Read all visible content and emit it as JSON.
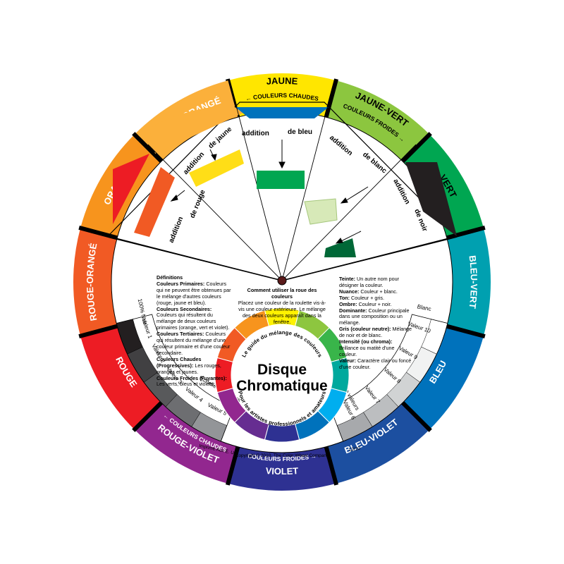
{
  "segments": [
    {
      "label": "JAUNE",
      "sub": "COULEURS CHAUDES",
      "sub_arrow": "left",
      "color": "#ffe600",
      "dark": true
    },
    {
      "label": "JAUNE-VERT",
      "sub": "COULEURS FROIDES",
      "sub_arrow": "right",
      "color": "#8cc63f",
      "dark": true
    },
    {
      "label": "VERT",
      "sub": "",
      "color": "#00a651",
      "dark": true
    },
    {
      "label": "BLEU-VERT",
      "sub": "",
      "color": "#00a0b0",
      "dark": false
    },
    {
      "label": "BLEU",
      "sub": "",
      "color": "#0072bc",
      "dark": false
    },
    {
      "label": "BLEU-VIOLET",
      "sub": "",
      "color": "#1c4fa0",
      "dark": false
    },
    {
      "label": "VIOLET",
      "sub": "COULEURS FROIDES",
      "sub_arrow": "right",
      "color": "#2e3192",
      "dark": false
    },
    {
      "label": "ROUGE-VIOLET",
      "sub": "COULEURS CHAUDES",
      "sub_arrow": "left",
      "color": "#92278f",
      "dark": false
    },
    {
      "label": "ROUGE",
      "sub": "",
      "color": "#ed1c24",
      "dark": false
    },
    {
      "label": "ROUGE-ORANGÉ",
      "sub": "",
      "color": "#f15a24",
      "dark": false
    },
    {
      "label": "ORANGÉ",
      "sub": "",
      "color": "#f7941d",
      "dark": false
    },
    {
      "label": "JAUNE-ORANGÉ",
      "sub": "",
      "color": "#fbb03b",
      "dark": false
    }
  ],
  "instructions": {
    "addition_rouge": "addition",
    "de_rouge": "de rouge",
    "addition_jaune": "addition",
    "de_jaune": "de jaune",
    "addition_bleu": "addition",
    "de_bleu": "de bleu",
    "addition_blanc": "addition",
    "de_blanc": "de blanc",
    "addition_noir": "addition",
    "de_noir": "de noir"
  },
  "value_scale": {
    "left": [
      "100% Noir",
      "Valeur 1",
      "Valeur 2",
      "Valeur 3",
      "Valeur 4",
      "Échelle de valeurs",
      "Valeur 5"
    ],
    "right": [
      "Blanc",
      "Valeur 10",
      "Valeur 9",
      "Valeur 8",
      "Valeur 7",
      "Échelle de valeurs",
      "Valeur 6"
    ]
  },
  "definitions": {
    "heading": "Définitions",
    "primary_term": "Couleurs Primaires:",
    "primary_text": "Couleurs qui ne peuvent être obtenues par le mélange d'autres couleurs (rouge, jaune et bleu).",
    "secondary_term": "Couleurs Secondaires:",
    "secondary_text": "Couleurs qui résultent du mélange de deux couleurs primaires (orange, vert et violet).",
    "tertiary_term": "Couleurs Tertiaires:",
    "tertiary_text": "Couleurs qui résultent du mélange d'une couleur primaire et d'une couleur secondaire.",
    "warm_term": "Couleurs Chaudes (Progressives):",
    "warm_text": "Les rouges, orangés et jaunes.",
    "cool_term": "Couleurs Froides (Fuyantes):",
    "cool_text": "Les verts, bleus et violets."
  },
  "howto": {
    "title": "Comment utiliser la roue des couleurs",
    "text": "Placez une couleur de la roulette vis-à-vis une couleur extérieure. Le mélange des deux couleurs apparaît dans la fenêtre."
  },
  "glossary": [
    {
      "term": "Teinte:",
      "text": "Un autre nom pour désigner la couleur."
    },
    {
      "term": "Nuance:",
      "text": "Couleur + blanc."
    },
    {
      "term": "Ton:",
      "text": "Couleur + gris."
    },
    {
      "term": "Ombre:",
      "text": "Couleur + noir."
    },
    {
      "term": "Dominante:",
      "text": "Couleur principale dans une composition ou un mélange."
    },
    {
      "term": "Gris (couleur neutre):",
      "text": "Mélange de noir et de blanc."
    },
    {
      "term": "Intensité (ou chroma):",
      "text": "Brillance ou matité d'une couleur."
    },
    {
      "term": "Valeur:",
      "text": "Caractère clair ou foncé d'une couleur."
    }
  ],
  "center": {
    "title_line1": "Disque",
    "title_line2": "Chromatique",
    "ring_top": "Le guide du mélange des couleurs",
    "ring_bottom": "Pour les artistes professionnels et amateurs"
  },
  "footer": {
    "printed": "Imprimé Aux É. U.",
    "copyright": "Copyright © 2010, The Color Wheel Company",
    "code": "12/10"
  },
  "inner_wheel_colors": [
    "#fff200",
    "#8dc63f",
    "#39b54a",
    "#00a99d",
    "#00aeef",
    "#0072bc",
    "#2e3192",
    "#662d91",
    "#92278f",
    "#ed1c24",
    "#f15a24",
    "#f7941d"
  ]
}
